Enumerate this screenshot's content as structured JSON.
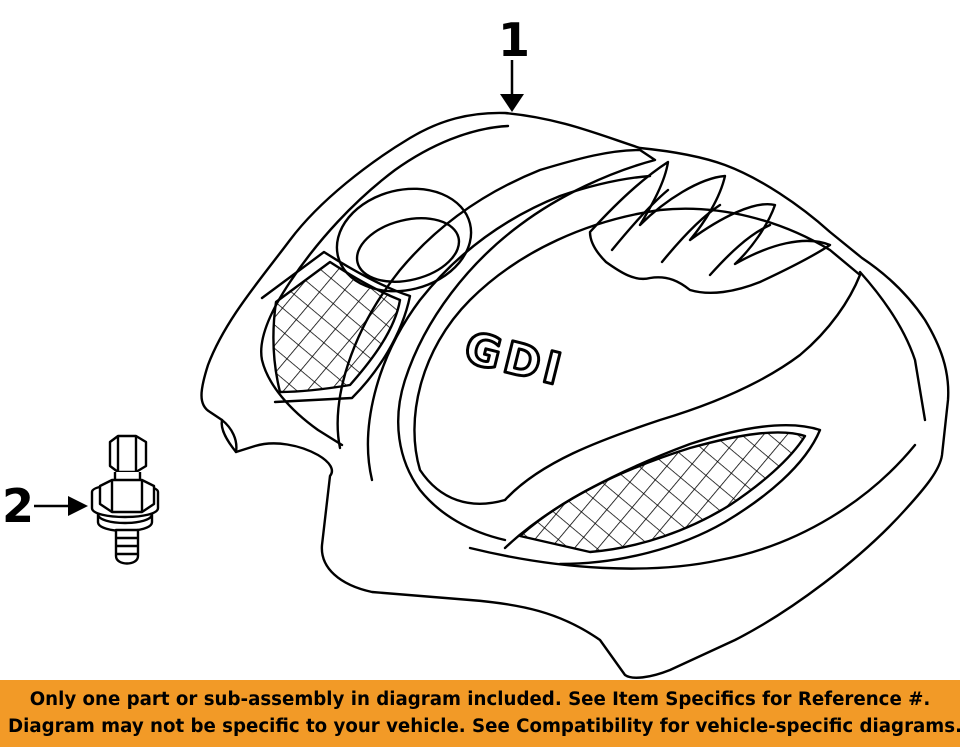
{
  "diagram": {
    "callouts": [
      {
        "number": "1",
        "part": "engine cover"
      },
      {
        "number": "2",
        "part": "bolt"
      }
    ],
    "emblem_text": "GDI"
  },
  "banner": {
    "background_color": "#f29a27",
    "line1": "Only one part or sub-assembly in diagram included. See Item Specifics for Reference #.",
    "line2": "Diagram may not be specific to your vehicle. See Compatibility for vehicle-specific diagrams."
  }
}
